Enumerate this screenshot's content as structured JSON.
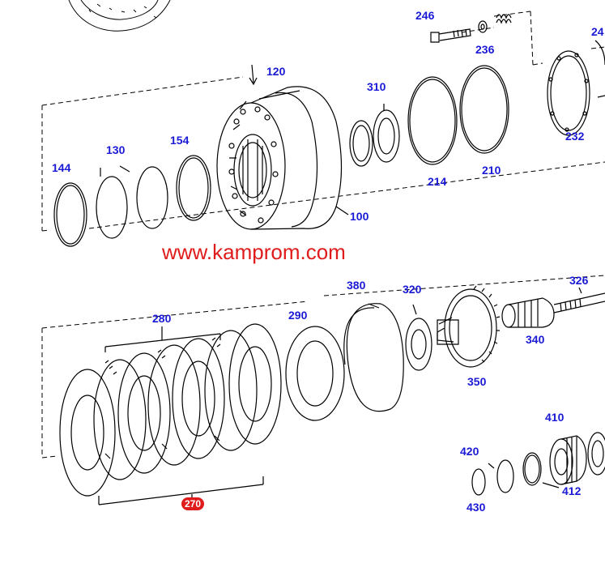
{
  "watermark": "www.kamprom.com",
  "highlight_label": "270",
  "parts": {
    "p246": "246",
    "p236": "236",
    "p24x": "24",
    "p120": "120",
    "p310": "310",
    "p232": "232",
    "p144": "144",
    "p130": "130",
    "p154": "154",
    "p214": "214",
    "p210": "210",
    "p100": "100",
    "p380": "380",
    "p320": "320",
    "p326": "326",
    "p280": "280",
    "p290": "290",
    "p340": "340",
    "p350": "350",
    "p410": "410",
    "p420": "420",
    "p412": "412",
    "p430": "430"
  },
  "colors": {
    "label": "#1a1ad6",
    "highlight": "#e01b1b",
    "watermark": "#e01b1b",
    "line": "#000000"
  }
}
